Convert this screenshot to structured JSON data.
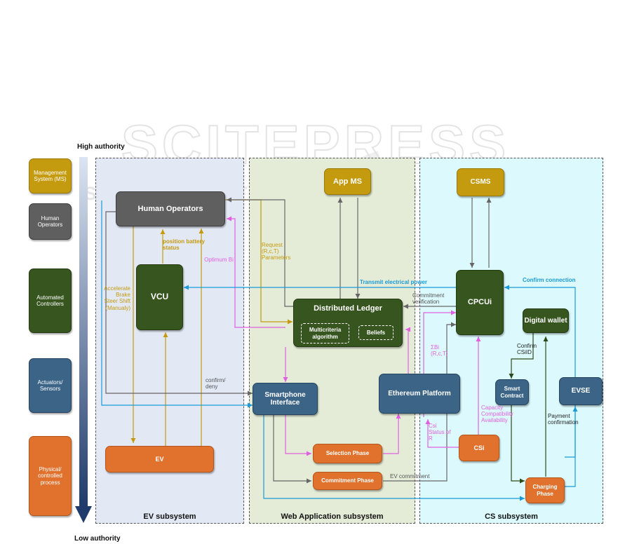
{
  "authority": {
    "high": "High authority",
    "low": "Low authority"
  },
  "legend": {
    "ms": "Management System (MS)",
    "human": "Human Operators",
    "automated": "Automated Controllers",
    "actuators": "Actuators/ Sensors",
    "physical": "Physical/ controlled process"
  },
  "subsystems": {
    "ev": "EV subsystem",
    "web": "Web Application subsystem",
    "cs": "CS subsystem"
  },
  "boxes": {
    "human_operators": "Human Operators",
    "vcu": "VCU",
    "ev": "EV",
    "app_ms": "App MS",
    "distributed_ledger": "Distributed Ledger",
    "multicriteria": "Multicriteria algorithm",
    "beliefs": "Beliefs",
    "smartphone": "Smartphone Interface",
    "ethereum": "Ethereum Platform",
    "selection_phase": "Selection Phase",
    "commitment_phase": "Commitment Phase",
    "csms": "CSMS",
    "cpcui": "CPCUi",
    "digital_wallet": "Digital wallet",
    "smart_contract": "Smart Contract",
    "evse": "EVSE",
    "csi": "CSi",
    "charging_phase": "Charging Phase"
  },
  "labels": {
    "position_battery": "position battery status",
    "accelerate": "Accelerate Brake Steer Shift (Manualy)",
    "optimum": "Optimum Bi",
    "request": "Request (R,c,T) Parameters",
    "confirm_deny": "confirm/ deny",
    "transmit_power": "Transmit electrical power",
    "confirm_connection": "Confirm connection",
    "commitment_verification": "Commitment verification",
    "sigma_bi": "ΣBi (R,c,T)",
    "confirm_csiid": "Confirm CSiID",
    "capacity": "Capacity Compatibility Availability",
    "csi_status": "Csi Status of R",
    "payment_confirmation": "Payment confirmation",
    "ev_commitment": "EV commitment"
  },
  "watermark": {
    "title": "SCITEPRESS",
    "subtitle": "SCIENCE AND TECHNOLOGY PUBLICATIONS"
  },
  "colors": {
    "gold": "#c49a0f",
    "gray": "#5f5f5f",
    "green": "#37561f",
    "blue": "#3b6487",
    "orange": "#e0722e",
    "pink": "#e060e0",
    "cyan": "#1a9ad6"
  }
}
